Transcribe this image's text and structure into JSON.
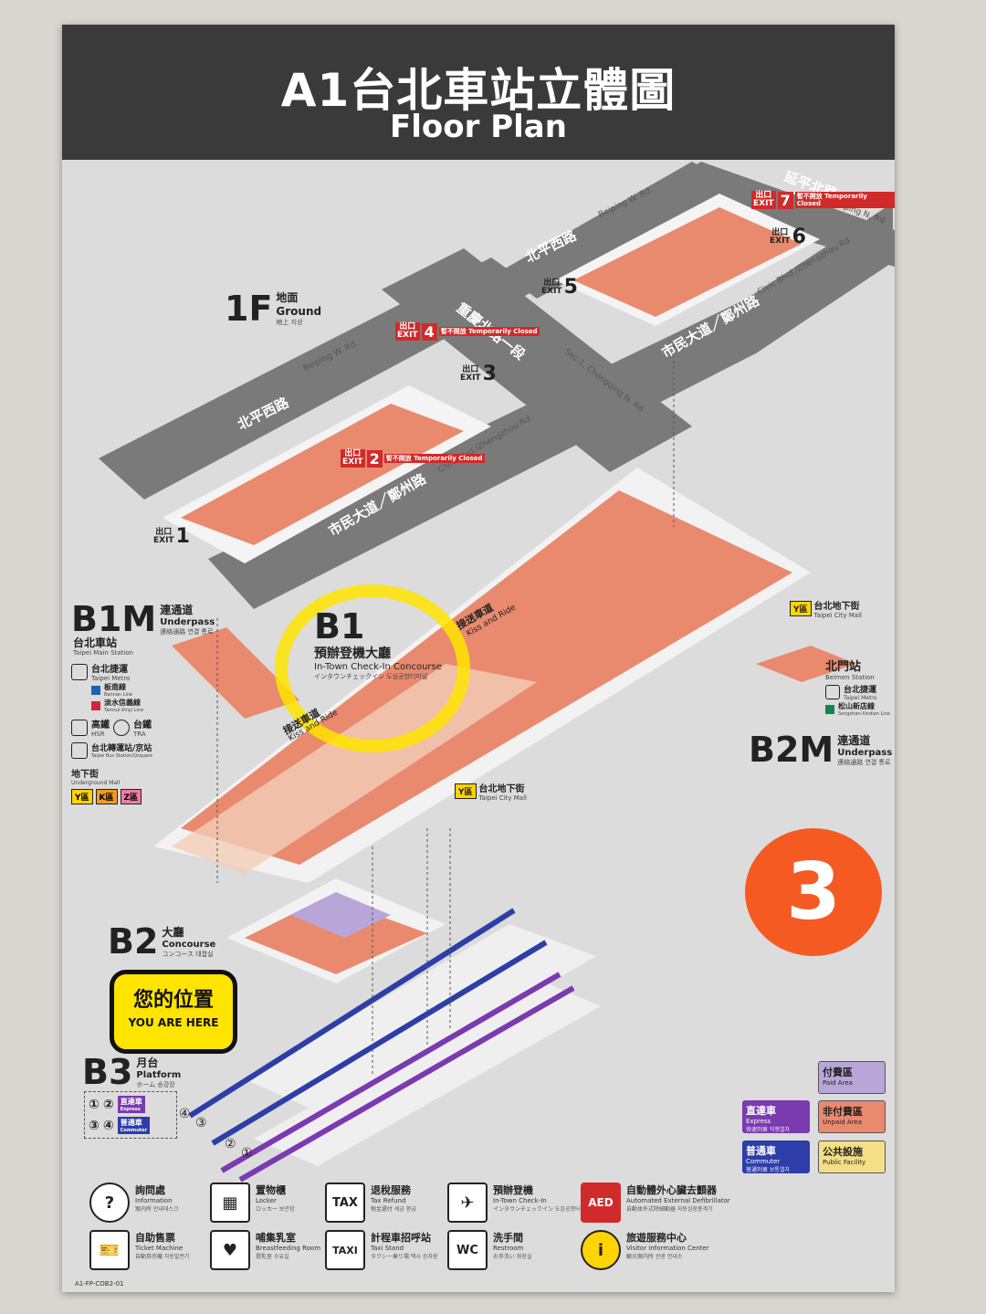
{
  "header": {
    "title": "A1台北車站立體圖",
    "subtitle": "Floor Plan"
  },
  "levels": {
    "f1": {
      "code": "1F",
      "zh": "地面",
      "en": "Ground",
      "ko": "地上 지상"
    },
    "b1m": {
      "code": "B1M",
      "zh": "連通道",
      "en": "Underpass",
      "ko": "連絡通路 연결 통로",
      "station_zh": "台北車站",
      "station_en": "Taipei Main Station"
    },
    "b1": {
      "code": "B1",
      "zh": "預辦登機大廳",
      "en": "In-Town Check-In Concourse",
      "ko": "インタウンチェックイン 도심공항터미널"
    },
    "b2m": {
      "code": "B2M",
      "zh": "連通道",
      "en": "Underpass",
      "ko": "連絡通路 연결 통로"
    },
    "b2": {
      "code": "B2",
      "zh": "大廳",
      "en": "Concourse",
      "ko": "コンコース 대합실"
    },
    "b3": {
      "code": "B3",
      "zh": "月台",
      "en": "Platform",
      "ko": "ホーム 승강장"
    }
  },
  "roads": {
    "beiping_w_zh": "北平西路",
    "beiping_w_en": "Beiping W. Rd.",
    "chongqing_zh": "重慶北路一段",
    "chongqing_en": "Sec.1, Chongqing N. Rd",
    "civic_zh": "市民大道／鄭州路",
    "civic_en": "Civic Blvd./Zhengzhou Rd",
    "yanping_zh": "延平北路",
    "yanping_en": "Yanping N. Rd"
  },
  "exits": {
    "label_zh": "出口",
    "label_en": "EXIT",
    "numbers": [
      "1",
      "2",
      "3",
      "4",
      "5",
      "6",
      "7"
    ],
    "closed_note": "暫不開放 Temporarily Closed"
  },
  "b1_labels": {
    "kiss_zh": "接送車道",
    "kiss_en": "Kiss and Ride"
  },
  "b1m_panel": {
    "metro_zh": "台北捷運",
    "metro_en": "Taipei Metro",
    "bl_zh": "板南線",
    "bl_en": "Bannan Line",
    "r_zh": "淡水信義線",
    "r_en": "Tamsui-Xinyi Line",
    "hsr_zh": "高鐵",
    "hsr_en": "HSR",
    "tra_zh": "台鐵",
    "tra_en": "TRA",
    "bus_zh": "台北轉運站/京站",
    "bus_en": "Taipei Bus Station/Qsquare",
    "mall_zh": "地下街",
    "mall_en": "Underground Mall",
    "zones": [
      "Y區",
      "K區",
      "Z區"
    ]
  },
  "mall_links": {
    "zone": "Y區",
    "zh": "台北地下街",
    "en": "Taipei City Mall"
  },
  "beimen": {
    "zh": "北門站",
    "en": "Beimen Station",
    "metro_zh": "台北捷運",
    "metro_en": "Taipei Metro",
    "g_zh": "松山新店線",
    "g_en": "Songshan-Xindian Line"
  },
  "platform_nums": [
    "①",
    "②",
    "③",
    "④"
  ],
  "platform_legend": {
    "express_zh": "直達車",
    "express_en": "Express",
    "commuter_zh": "普通車",
    "commuter_en": "Commuter"
  },
  "you_are_here": {
    "zh": "您的位置",
    "en": "YOU ARE HERE"
  },
  "key": {
    "paid_zh": "付費區",
    "paid_en": "Paid Area",
    "express_zh": "直達車",
    "express_en": "Express",
    "express_ko": "快速列車 직행열차",
    "unpaid_zh": "非付費區",
    "unpaid_en": "Unpaid Area",
    "commuter_zh": "普通車",
    "commuter_en": "Commuter",
    "commuter_ko": "普通列車 보통열차",
    "public_zh": "公共設施",
    "public_en": "Public Facility"
  },
  "legend": [
    {
      "zh": "詢問處",
      "en": "Information",
      "ko": "案内所 안내데스크",
      "glyph": "?"
    },
    {
      "zh": "置物櫃",
      "en": "Locker",
      "ko": "ロッカー 보관함",
      "glyph": "▦"
    },
    {
      "zh": "退稅服務",
      "en": "Tax Refund",
      "ko": "税金還付 세금 환급",
      "glyph": "TAX"
    },
    {
      "zh": "預辦登機",
      "en": "In-Town Check-In",
      "ko": "インタウンチェックイン 도심공항터미널",
      "glyph": "✈"
    },
    {
      "zh": "自動體外心臟去顫器",
      "en": "Automated External Defibrillator",
      "ko": "自動体外式除細動器 자동심장충격기",
      "glyph": "AED"
    },
    {
      "zh": "自助售票",
      "en": "Ticket Machine",
      "ko": "自動券売機 자동발권기",
      "glyph": "🎫"
    },
    {
      "zh": "哺集乳室",
      "en": "Breastfeeding Room",
      "ko": "授乳室 수유실",
      "glyph": "♥"
    },
    {
      "zh": "計程車招呼站",
      "en": "Taxi Stand",
      "ko": "タクシー乗り場 택시 승차장",
      "glyph": "TAXI"
    },
    {
      "zh": "洗手間",
      "en": "Restroom",
      "ko": "お手洗い 화장실",
      "glyph": "WC"
    },
    {
      "zh": "旅遊服務中心",
      "en": "Visitor Information Center",
      "ko": "観光案内所 관광 안내소",
      "glyph": "i"
    }
  ],
  "badge": "3",
  "footer_code": "A1-FP-COB2-01",
  "colors": {
    "concourse": "#e98a6e",
    "road": "#7a7a7a",
    "header": "#3a3a3a",
    "platform_blue": "#2d3ea8",
    "platform_purple": "#7a3ab0",
    "highlight": "#ffe400"
  }
}
